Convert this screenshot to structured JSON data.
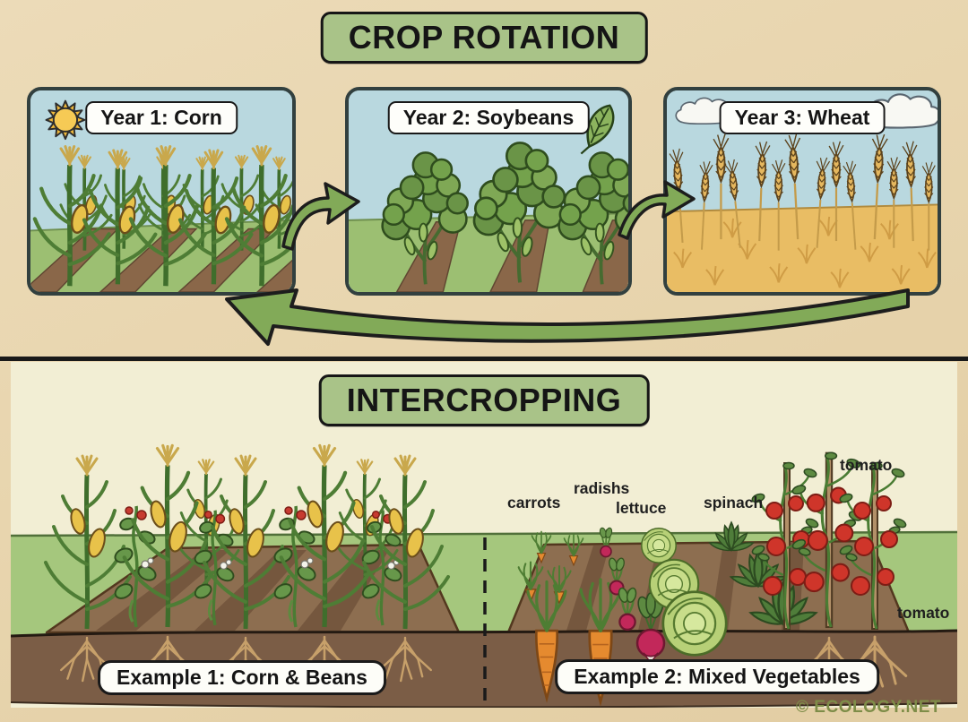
{
  "rotation": {
    "title": "CROP ROTATION",
    "panels": [
      {
        "label": "Year 1: Corn",
        "icon": "sun-icon"
      },
      {
        "label": "Year 2: Soybeans",
        "icon": "leaf-icon"
      },
      {
        "label": "Year 3: Wheat",
        "icon": "cloud-icon"
      }
    ]
  },
  "intercropping": {
    "title": "INTERCROPPING",
    "plant_labels": {
      "carrots": "carrots",
      "radishes": "radishs",
      "lettuce": "lettuce",
      "spinach": "spinach",
      "tomato_top": "tomato",
      "tomato_bottom": "tomato"
    },
    "examples": [
      {
        "label": "Example 1: Corn & Beans"
      },
      {
        "label": "Example 2: Mixed Vegetables"
      }
    ]
  },
  "credit": "© ECOLOGY.NET",
  "colors": {
    "parchment": "#e8d5ae",
    "panel_sky": "#b9d8df",
    "grass": "#9cbf72",
    "soil": "#8a6749",
    "title_green": "#a9c388",
    "arrow_green": "#82aa58",
    "wheat_gold": "#e9bd64",
    "cream_sky": "#f2eed4",
    "subsoil": "#7b5d46",
    "tomato_red": "#cf352a",
    "carrot_orange": "#e58a2f",
    "radish_red": "#c2285a",
    "credit_olive": "#7e8d48"
  }
}
